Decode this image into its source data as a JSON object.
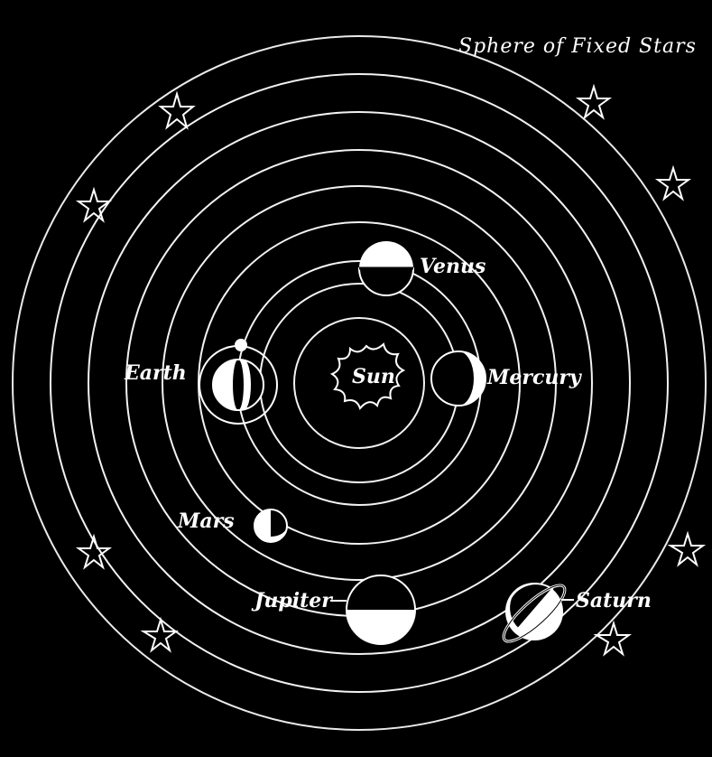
{
  "diagram": {
    "title": "Sphere of Fixed Stars",
    "center_label": "Sun",
    "planets": [
      {
        "key": "mercury",
        "label": "Mercury"
      },
      {
        "key": "venus",
        "label": "Venus"
      },
      {
        "key": "earth",
        "label": "Earth"
      },
      {
        "key": "mars",
        "label": "Mars"
      },
      {
        "key": "jupiter",
        "label": "Jupiter"
      },
      {
        "key": "saturn",
        "label": "Saturn"
      }
    ]
  }
}
